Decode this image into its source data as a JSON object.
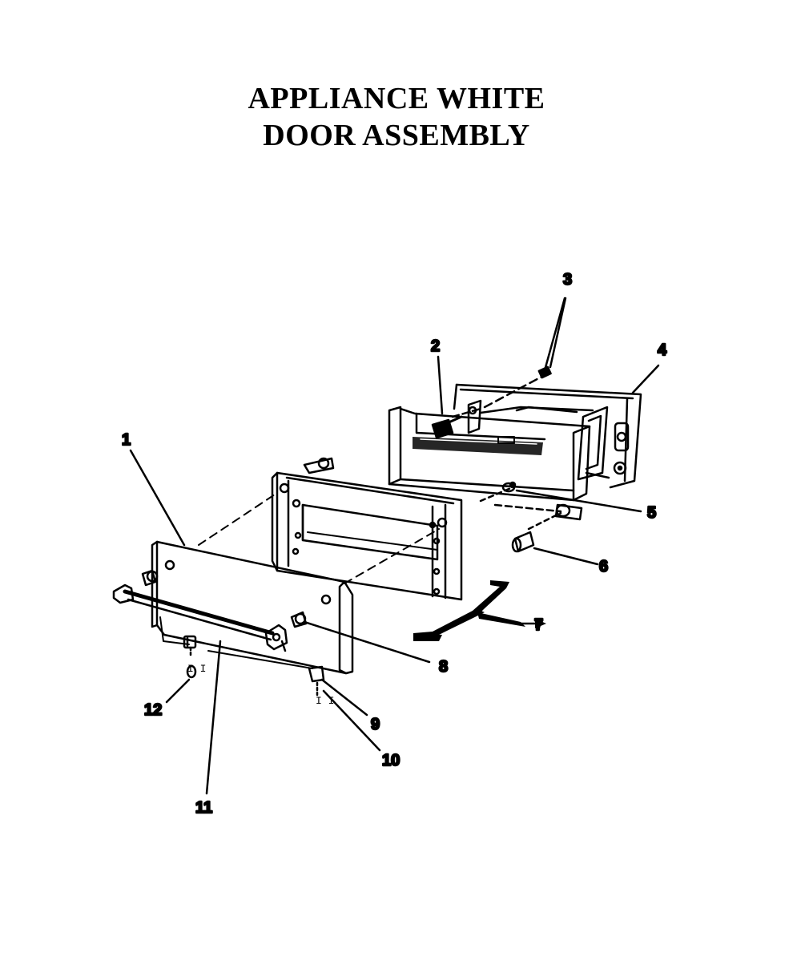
{
  "title": {
    "line1": "APPLIANCE WHITE",
    "line2": "DOOR ASSEMBLY"
  },
  "callouts": {
    "c1": "1",
    "c2": "2",
    "c3": "3",
    "c4": "4",
    "c5": "5",
    "c6": "6",
    "c7": "7",
    "c8": "8",
    "c9": "9",
    "c10": "10",
    "c11": "11",
    "c12": "12"
  },
  "colors": {
    "ink": "#000000",
    "paper": "#ffffff"
  }
}
